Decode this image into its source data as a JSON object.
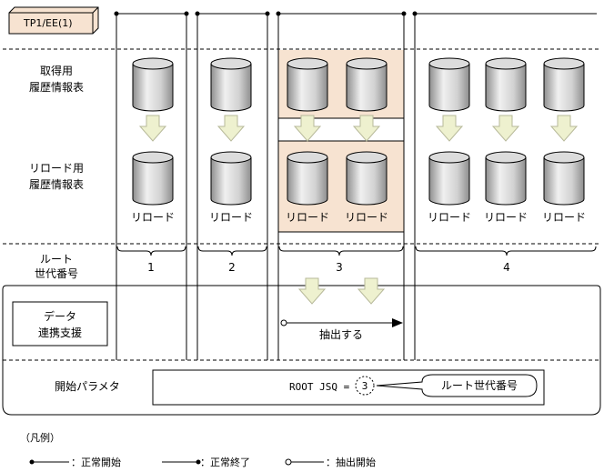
{
  "product_label": "TP1/EE(1)",
  "rows": {
    "acquired": [
      "取得用",
      "履歴情報表"
    ],
    "reload": [
      "リロード用",
      "履歴情報表"
    ],
    "root_gen": [
      "ルート",
      "世代番号"
    ],
    "data_link": [
      "データ",
      "連携支援"
    ],
    "start_param": "開始パラメタ"
  },
  "reload_label": "リロード",
  "generations": [
    "1",
    "2",
    "3",
    "4"
  ],
  "extract_label": "抽出する",
  "param_text": "ROOT JSQ =",
  "param_value": "3",
  "callout_label": "ルート世代番号",
  "legend": {
    "title": "（凡例）",
    "normal_start": "：正常開始",
    "normal_end": "：正常終了",
    "extract_start": "：抽出開始"
  },
  "colors": {
    "highlight_fill": "#f7e3d1",
    "arrow_fill": "#eef1cf",
    "arrow_stroke": "#b7b99a",
    "cyl_top": "#dcdcdc",
    "cyl_body_light": "#f2f2f2",
    "cyl_body_dark": "#9a9a9a",
    "param_circle": "#ffffff"
  }
}
